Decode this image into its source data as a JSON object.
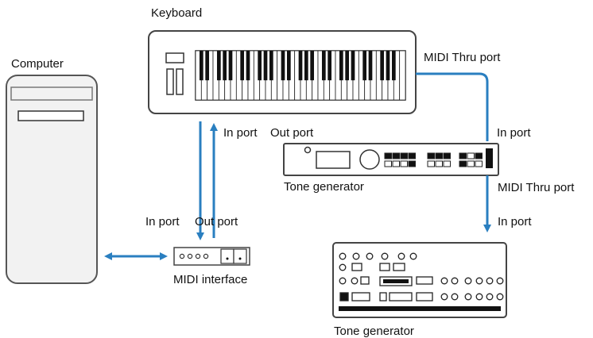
{
  "labels": {
    "keyboard": "Keyboard",
    "computer": "Computer",
    "midi_thru_port_top": "MIDI Thru port",
    "in_port_keyboard_side": "In port",
    "out_port_keyboard_side": "Out port",
    "in_port_tone_gen_1": "In port",
    "tone_generator_1": "Tone generator",
    "midi_thru_port_tone_gen_1": "MIDI Thru port",
    "in_port_tone_gen_2": "In port",
    "in_port_interface": "In port",
    "out_port_interface": "Out port",
    "midi_interface": "MIDI interface",
    "tone_generator_2": "Tone generator"
  },
  "colors": {
    "cable": "#2a7fc0",
    "device_fill": "#ffffff",
    "device_stroke": "#444444",
    "computer_fill": "#f2f2f2"
  }
}
